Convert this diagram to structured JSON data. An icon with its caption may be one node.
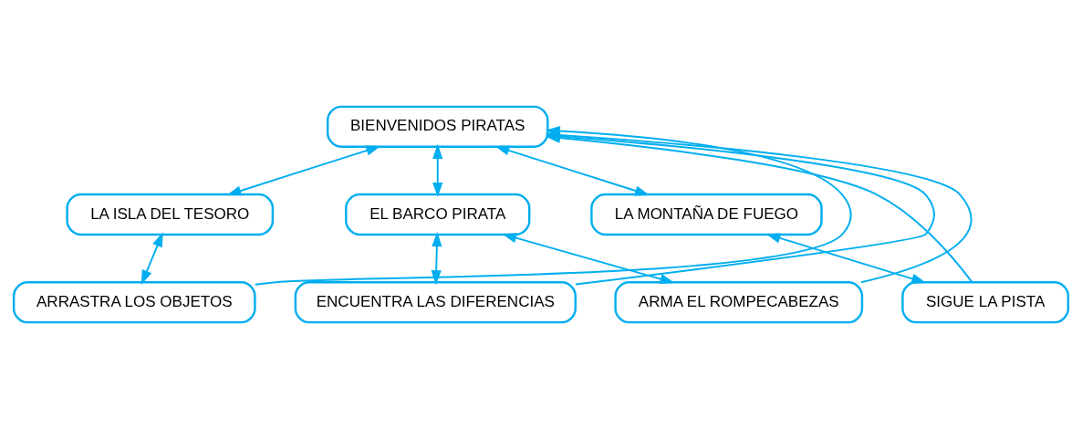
{
  "diagram": {
    "nodes": [
      {
        "text": [
          "BIENVENIDOS PIRATAS"
        ]
      },
      {
        "text": [
          "LA ISLA DEL TESORO"
        ]
      },
      {
        "text": [
          "EL BARCO PIRATA"
        ]
      },
      {
        "text": [
          "LA MONTAÑA DE FUEGO"
        ]
      },
      {
        "text": [
          "ARRASTRA LOS OBJETOS"
        ]
      },
      {
        "text": [
          "SIGUE LA PISTA"
        ]
      },
      {
        "text": [
          "ENCUENTRA LAS DIFERENCIAS"
        ]
      },
      {
        "text": [
          "ARMA EL ROMPECABEZAS"
        ]
      }
    ],
    "edges": [
      {
        "from": 0,
        "to": 1,
        "arrow": "both"
      },
      {
        "from": 0,
        "to": 2,
        "arrow": "both"
      },
      {
        "from": 0,
        "to": 3,
        "arrow": "both"
      },
      {
        "from": 1,
        "to": 4,
        "arrow": "both"
      },
      {
        "from": 3,
        "to": 5,
        "arrow": "both"
      },
      {
        "from": 2,
        "to": 6,
        "arrow": "both"
      },
      {
        "from": 2,
        "to": 7,
        "arrow": "both"
      },
      {
        "from": 4,
        "to": 0,
        "arrow": "to"
      },
      {
        "from": 6,
        "to": 0,
        "arrow": "to"
      },
      {
        "from": 5,
        "to": 0,
        "arrow": "to"
      },
      {
        "from": 7,
        "to": 0,
        "arrow": "to"
      }
    ]
  }
}
